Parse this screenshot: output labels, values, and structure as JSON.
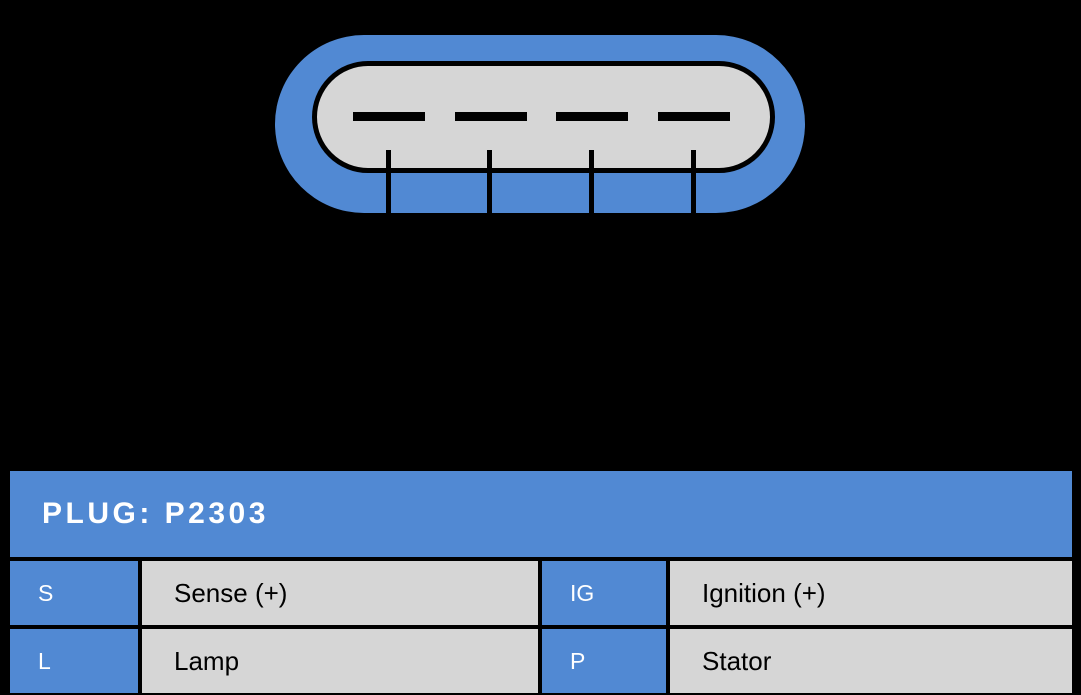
{
  "diagram": {
    "name": "connector-plug-diagram",
    "type": "automotive-connector-pinout",
    "shell_color": "#5189D3",
    "body_color": "#D6D6D6",
    "outline_color": "#000000",
    "background_color": "#000000",
    "contact_count": 4,
    "divider_count": 4
  },
  "table": {
    "header": {
      "title": "PLUG: P2303"
    },
    "rows": [
      {
        "left_pin": "S",
        "left_desc": "Sense (+)",
        "right_pin": "IG",
        "right_desc": "Ignition (+)"
      },
      {
        "left_pin": "L",
        "left_desc": "Lamp",
        "right_pin": "P",
        "right_desc": "Stator"
      }
    ]
  }
}
